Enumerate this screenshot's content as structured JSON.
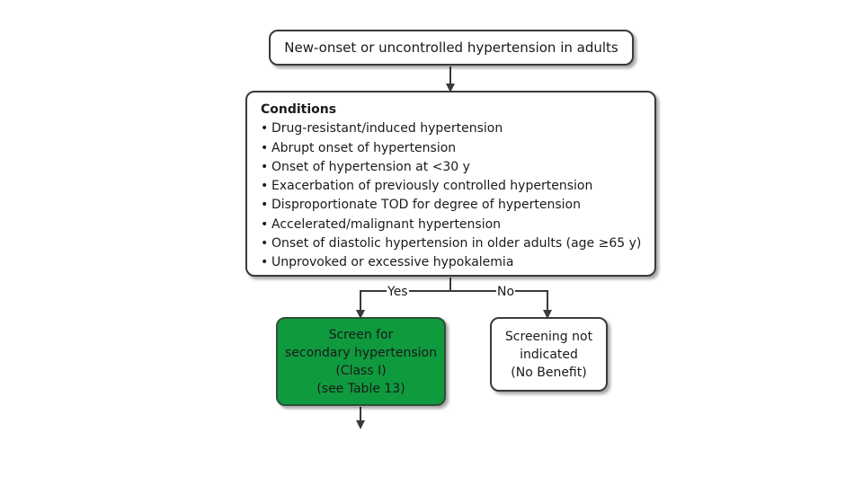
{
  "start": {
    "text": "New-onset or uncontrolled hypertension in adults"
  },
  "conditions": {
    "title": "Conditions",
    "items": [
      "Drug-resistant/induced hypertension",
      "Abrupt onset of hypertension",
      "Onset of hypertension at <30 y",
      "Exacerbation of previously controlled hypertension",
      "Disproportionate TOD for degree of hypertension",
      "Accelerated/malignant hypertension",
      "Onset of diastolic hypertension in older adults (age ≥65 y)",
      "Unprovoked or excessive hypokalemia"
    ]
  },
  "branches": {
    "yes_label": "Yes",
    "no_label": "No"
  },
  "yes_outcome": {
    "lines": [
      "Screen for",
      "secondary hypertension",
      "(Class I)",
      "(see Table 13)"
    ],
    "color": "#0f9a3e"
  },
  "no_outcome": {
    "lines": [
      "Screening not",
      "indicated",
      "(No Benefit)"
    ]
  }
}
